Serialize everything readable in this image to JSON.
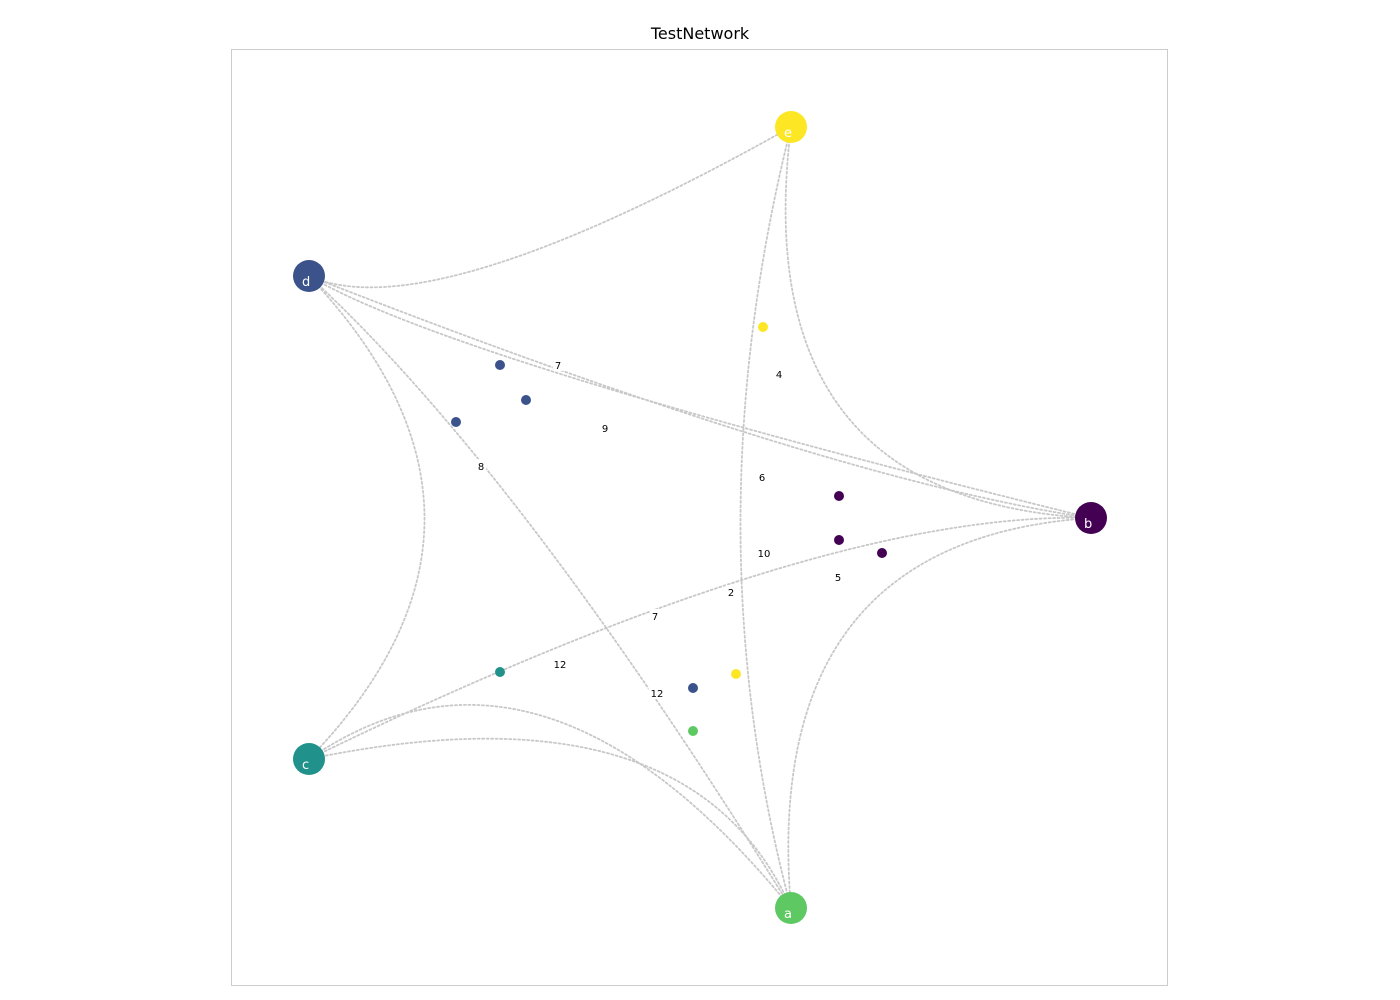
{
  "title": "TestNetwork",
  "palette": {
    "a": "#5ec962",
    "b": "#440154",
    "c": "#21918c",
    "d": "#3b528b",
    "e": "#fde725"
  },
  "nodes": [
    {
      "id": "a",
      "label": "a"
    },
    {
      "id": "b",
      "label": "b"
    },
    {
      "id": "c",
      "label": "c"
    },
    {
      "id": "d",
      "label": "d"
    },
    {
      "id": "e",
      "label": "e"
    }
  ],
  "edges": [
    {
      "source": "d",
      "target": "e",
      "weight": "7"
    },
    {
      "source": "d",
      "target": "b",
      "weight": "9"
    },
    {
      "source": "d",
      "target": "c",
      "weight": "8"
    },
    {
      "source": "d",
      "target": "a",
      "weight": "7"
    },
    {
      "source": "e",
      "target": "b",
      "weight": "4"
    },
    {
      "source": "e",
      "target": "a",
      "weight": "2"
    },
    {
      "source": "b",
      "target": "d",
      "weight": "6"
    },
    {
      "source": "b",
      "target": "c",
      "weight": "10"
    },
    {
      "source": "b",
      "target": "a",
      "weight": "5"
    },
    {
      "source": "c",
      "target": "a",
      "weight": "12"
    },
    {
      "source": "a",
      "target": "c",
      "weight": "12"
    }
  ]
}
